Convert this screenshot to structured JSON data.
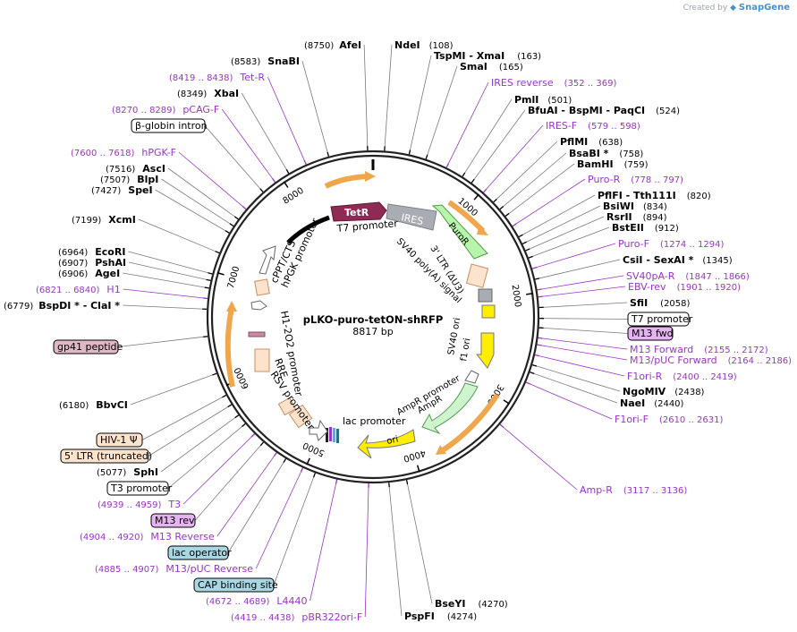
{
  "header": {
    "created_by": "Created by",
    "brand": "SnapGene",
    "logo_icon": "snapgene-logo-icon"
  },
  "plasmid": {
    "name": "pLKO-puro-tetON-shRFP",
    "size": "8817 bp",
    "total_length": 8817
  },
  "ticks": [
    {
      "label": "1000",
      "pos": 1000
    },
    {
      "label": "2000",
      "pos": 2000
    },
    {
      "label": "3000",
      "pos": 3000
    },
    {
      "label": "4000",
      "pos": 4000
    },
    {
      "label": "5000",
      "pos": 5000
    },
    {
      "label": "6000",
      "pos": 6000
    },
    {
      "label": "7000",
      "pos": 7000
    },
    {
      "label": "8000",
      "pos": 8000
    }
  ],
  "colors": {
    "enzyme_text": "#000000",
    "primer_text": "#9a35c7",
    "backbone": "#222222",
    "tetr": "#8e2a54",
    "ires": "#a9acb3",
    "puror": "#b8f5ac",
    "promoter": "#ffffff",
    "origin": "#ffee00",
    "ampr": "#cff5cf",
    "orange_feature": "#f0a64a",
    "ltr_fill": "#fde3cc",
    "ltr_border": "#d39a6a"
  },
  "enzyme_sites": [
    {
      "name": "AfeI",
      "pos": "(8750)",
      "angle": -3.0
    },
    {
      "name": "NdeI",
      "pos": "(108)",
      "angle": 4.4
    },
    {
      "name": "TspMI  - XmaI",
      "pos": "(163)",
      "angle": 6.7
    },
    {
      "name": "SmaI",
      "pos": "(165)",
      "angle": 6.8
    },
    {
      "name": "PmlI",
      "pos": "(501)",
      "angle": 20.5
    },
    {
      "name": "BfuAI  - BspMI  - PaqCI",
      "pos": "(524)",
      "angle": 21.4
    },
    {
      "name": "PflMI",
      "pos": "(638)",
      "angle": 26.1
    },
    {
      "name": "BsaBI *",
      "pos": "(758)",
      "angle": 31.0
    },
    {
      "name": "BamHI",
      "pos": "(759)",
      "angle": 31.0
    },
    {
      "name": "PflFI  - Tth111I",
      "pos": "(820)",
      "angle": 33.5
    },
    {
      "name": "BsiWI",
      "pos": "(834)",
      "angle": 34.1
    },
    {
      "name": "RsrII",
      "pos": "(894)",
      "angle": 36.5
    },
    {
      "name": "BstEII",
      "pos": "(912)",
      "angle": 37.2
    },
    {
      "name": "CsiI  - SexAI *",
      "pos": "(1345)",
      "angle": 54.9
    },
    {
      "name": "SfiI",
      "pos": "(2058)",
      "angle": 84.0
    },
    {
      "name": "NgoMIV",
      "pos": "(2438)",
      "angle": 99.5
    },
    {
      "name": "NaeI",
      "pos": "(2440)",
      "angle": 99.6
    },
    {
      "name": "BseYI",
      "pos": "(4270)",
      "angle": 174.3
    },
    {
      "name": "PspFI",
      "pos": "(4274)",
      "angle": 174.5
    },
    {
      "name": "SphI",
      "pos": "(5077)",
      "angle": 207.3
    },
    {
      "name": "BbvCI",
      "pos": "(6180)",
      "angle": 252.3
    },
    {
      "name": "BspDI *  - ClaI *",
      "pos": "(6779)",
      "angle": 276.8
    },
    {
      "name": "AgeI",
      "pos": "(6906)",
      "angle": 282.0
    },
    {
      "name": "PshAI",
      "pos": "(6907)",
      "angle": 282.0
    },
    {
      "name": "EcoRI",
      "pos": "(6964)",
      "angle": 284.3
    },
    {
      "name": "XcmI",
      "pos": "(7199)",
      "angle": 294.0
    },
    {
      "name": "SpeI",
      "pos": "(7427)",
      "angle": 303.2
    },
    {
      "name": "BlpI",
      "pos": "(7507)",
      "angle": 306.5
    },
    {
      "name": "AscI",
      "pos": "(7516)",
      "angle": 306.9
    },
    {
      "name": "XbaI",
      "pos": "(8349)",
      "angle": 340.9
    },
    {
      "name": "SnaBI",
      "pos": "(8583)",
      "angle": 350.4
    }
  ],
  "primers": [
    {
      "name": "IRES reverse",
      "pos": "(352 .. 369)"
    },
    {
      "name": "IRES-F",
      "pos": "(579 .. 598)"
    },
    {
      "name": "Puro-R",
      "pos": "(778 .. 797)"
    },
    {
      "name": "Puro-F",
      "pos": "(1274 .. 1294)"
    },
    {
      "name": "SV40pA-R",
      "pos": "(1847 .. 1866)"
    },
    {
      "name": "EBV-rev",
      "pos": "(1901 .. 1920)"
    },
    {
      "name": "M13 Forward",
      "pos": "(2155 .. 2172)"
    },
    {
      "name": "M13/pUC Forward",
      "pos": "(2164 .. 2186)"
    },
    {
      "name": "F1ori-R",
      "pos": "(2400 .. 2419)"
    },
    {
      "name": "F1ori-F",
      "pos": "(2610 .. 2631)"
    },
    {
      "name": "Amp-R",
      "pos": "(3117 .. 3136)"
    },
    {
      "name": "pBR322ori-F",
      "pos": "(4419 .. 4438)"
    },
    {
      "name": "L4440",
      "pos": "(4672 .. 4689)"
    },
    {
      "name": "M13/pUC Reverse",
      "pos": "(4885 .. 4907)"
    },
    {
      "name": "M13 Reverse",
      "pos": "(4904 .. 4920)"
    },
    {
      "name": "T3",
      "pos": "(4939 .. 4959)"
    },
    {
      "name": "H1",
      "pos": "(6821 .. 6840)"
    },
    {
      "name": "hPGK-F",
      "pos": "(7600 .. 7618)"
    },
    {
      "name": "pCAG-F",
      "pos": "(8270 .. 8289)"
    },
    {
      "name": "Tet-R",
      "pos": "(8419 .. 8438)"
    }
  ],
  "boxed_labels": [
    {
      "key": "beta_globin",
      "text": "β-globin intron"
    },
    {
      "key": "t7_promoter",
      "text": "T7 promoter"
    },
    {
      "key": "m13_fwd",
      "text": "M13 fwd"
    },
    {
      "key": "gp41",
      "text": "gp41 peptide"
    },
    {
      "key": "hiv1",
      "text": "HIV-1 Ψ"
    },
    {
      "key": "ltr",
      "text": "5' LTR (truncated)"
    },
    {
      "key": "t3_promoter",
      "text": "T3 promoter"
    },
    {
      "key": "m13_rev",
      "text": "M13 rev"
    },
    {
      "key": "lac_operator",
      "text": "lac operator"
    },
    {
      "key": "cap_site",
      "text": "CAP binding site"
    }
  ],
  "features": [
    {
      "key": "tetr",
      "label": "TetR"
    },
    {
      "key": "t7",
      "label": "T7 promoter"
    },
    {
      "key": "ires",
      "label": "IRES"
    },
    {
      "key": "puror",
      "label": "PuroR"
    },
    {
      "key": "ltr3",
      "label": "3' LTR (ΔU3)"
    },
    {
      "key": "sv40polya",
      "label": "SV40 poly(A) signal"
    },
    {
      "key": "sv40ori",
      "label": "SV40 ori"
    },
    {
      "key": "f1ori",
      "label": "f1 ori"
    },
    {
      "key": "amprpromoter",
      "label": "AmpR promoter"
    },
    {
      "key": "ampr",
      "label": "AmpR"
    },
    {
      "key": "ori",
      "label": "ori"
    },
    {
      "key": "lacpromoter",
      "label": "lac promoter"
    },
    {
      "key": "rsvpromoter",
      "label": "RSV promoter"
    },
    {
      "key": "rre",
      "label": "RRE"
    },
    {
      "key": "h1tet",
      "label": "H1-2O2 promoter"
    },
    {
      "key": "cppt",
      "label": "cPPT/CTS"
    },
    {
      "key": "hpgk",
      "label": "hPGK promoter"
    }
  ]
}
